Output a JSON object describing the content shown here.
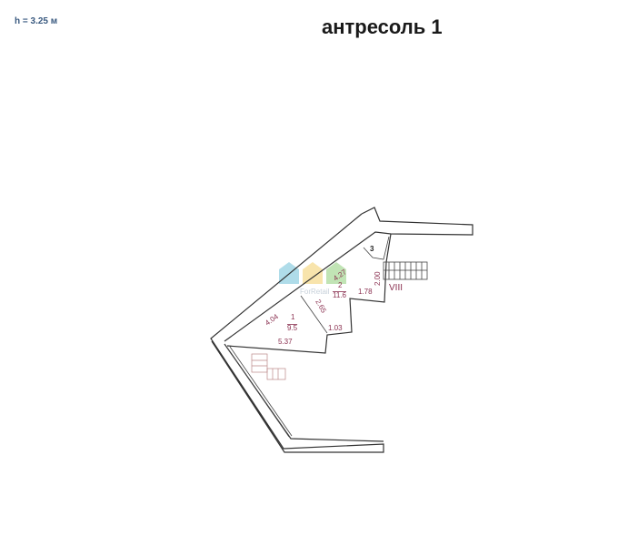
{
  "header": {
    "height_note": "h = 3.25 м",
    "title": "антресоль 1"
  },
  "plan": {
    "watermark": "ForRetail",
    "rooms": [
      {
        "number": "1",
        "area": "9.5"
      },
      {
        "number": "2",
        "area": "11.6"
      },
      {
        "number": "3"
      }
    ],
    "dimensions": [
      "4.04",
      "5.37",
      "2.65",
      "1.03",
      "4.27",
      "1.78",
      "2.00"
    ],
    "stair_label": "VIII",
    "colors": {
      "dimension_text": "#8a3050",
      "wall": "#333333"
    }
  }
}
